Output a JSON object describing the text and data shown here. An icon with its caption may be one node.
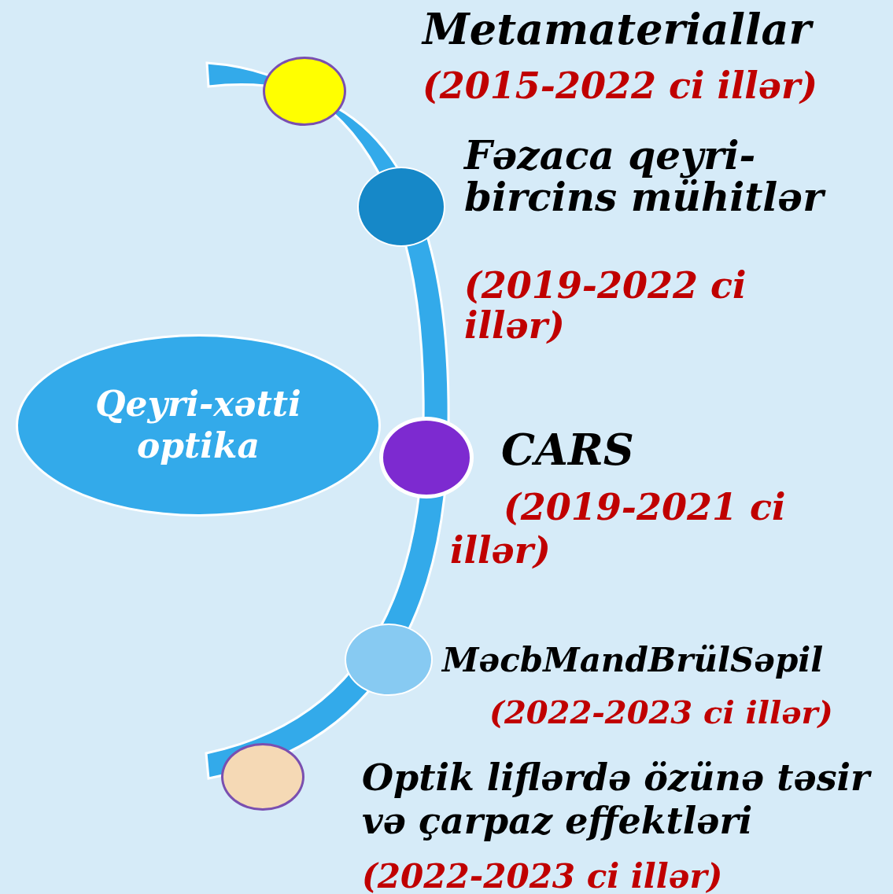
{
  "diagram": {
    "nodes": [
      {
        "text": [
          "Qeyri-xətti optika"
        ]
      },
      {
        "text": [],
        "shape": "circle",
        "beside": [
          "Metamateriallar",
          "(2015-2022 ci illər)"
        ]
      },
      {
        "text": [],
        "shape": "circle",
        "beside": [
          "Fəzaca qeyri-bircins mühitlər",
          "(2019-2022 ci illər)"
        ]
      },
      {
        "text": [],
        "shape": "circle",
        "beside": [
          "CARS",
          "(2019-2021 ci illər)"
        ]
      },
      {
        "text": [],
        "shape": "circle",
        "beside": [
          "MəcbMandBrülSəpil",
          "(2022-2023 ci illər)"
        ]
      },
      {
        "text": [],
        "shape": "circle",
        "beside": [
          "Optik liflərdə özünə təsir və çarpaz effektləri",
          "(2022-2023 ci illər)"
        ]
      }
    ]
  }
}
